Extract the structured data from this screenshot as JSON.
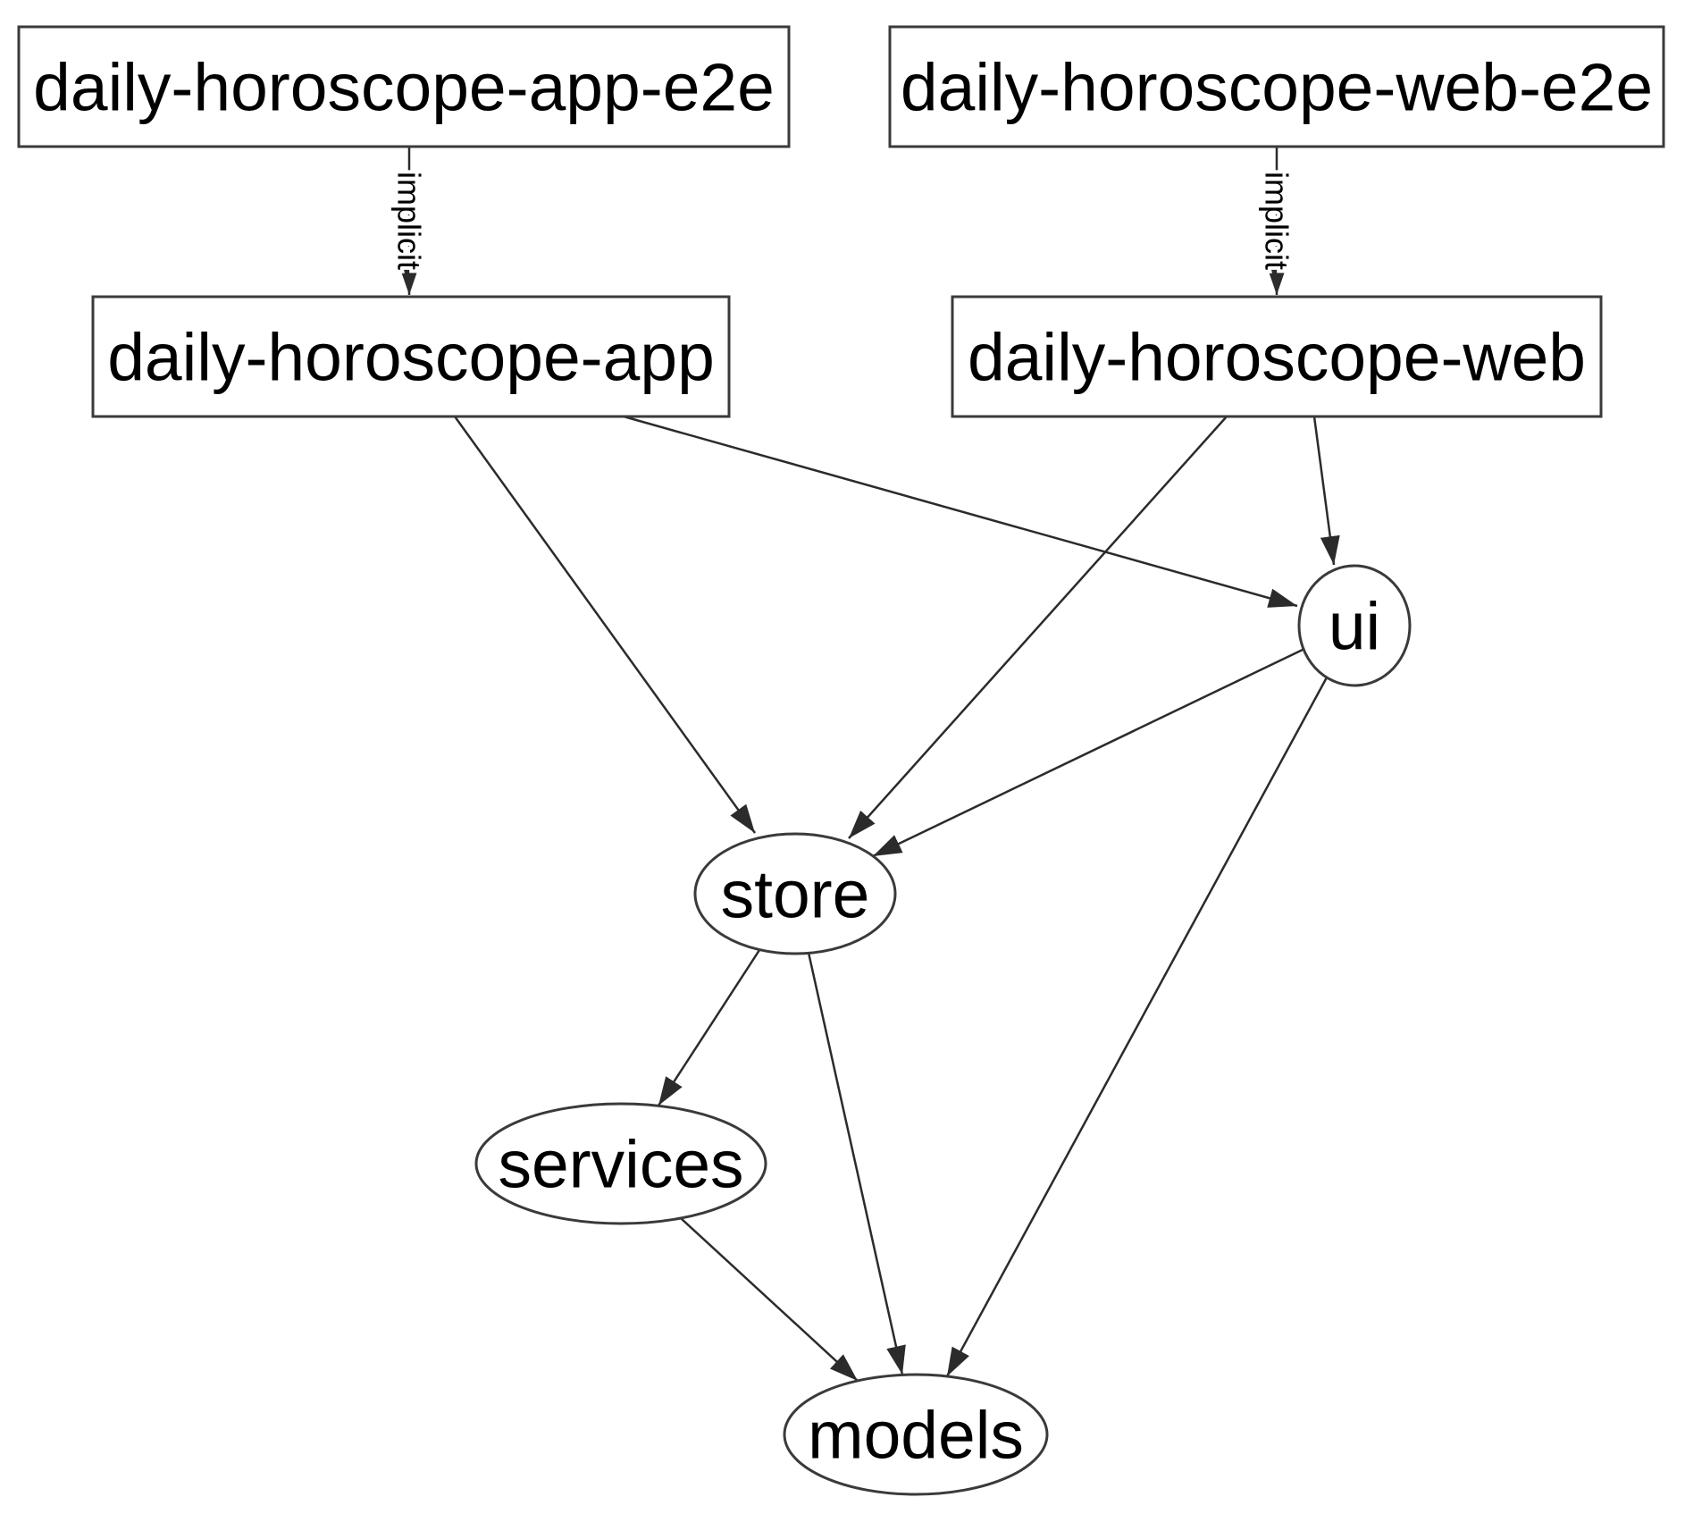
{
  "graph": {
    "background_color": "#ffffff",
    "edge_color": "#2b2b2b",
    "node_border_color": "#3a3a3a",
    "node_fill_color": "#ffffff",
    "text_color": "#000000",
    "nodes": {
      "app_e2e": {
        "label": "daily-horoscope-app-e2e",
        "shape": "rectangle"
      },
      "web_e2e": {
        "label": "daily-horoscope-web-e2e",
        "shape": "rectangle"
      },
      "app": {
        "label": "daily-horoscope-app",
        "shape": "rectangle"
      },
      "web": {
        "label": "daily-horoscope-web",
        "shape": "rectangle"
      },
      "ui": {
        "label": "ui",
        "shape": "ellipse"
      },
      "store": {
        "label": "store",
        "shape": "ellipse"
      },
      "services": {
        "label": "services",
        "shape": "ellipse"
      },
      "models": {
        "label": "models",
        "shape": "ellipse"
      }
    },
    "edges": [
      {
        "from": "daily-horoscope-app-e2e",
        "to": "daily-horoscope-app",
        "label": "implicit",
        "style": "solid"
      },
      {
        "from": "daily-horoscope-web-e2e",
        "to": "daily-horoscope-web",
        "label": "implicit",
        "style": "solid"
      },
      {
        "from": "daily-horoscope-app",
        "to": "store",
        "label": "",
        "style": "solid"
      },
      {
        "from": "daily-horoscope-app",
        "to": "ui",
        "label": "",
        "style": "solid"
      },
      {
        "from": "daily-horoscope-web",
        "to": "store",
        "label": "",
        "style": "solid"
      },
      {
        "from": "daily-horoscope-web",
        "to": "ui",
        "label": "",
        "style": "solid"
      },
      {
        "from": "ui",
        "to": "store",
        "label": "",
        "style": "solid"
      },
      {
        "from": "ui",
        "to": "models",
        "label": "",
        "style": "solid"
      },
      {
        "from": "store",
        "to": "services",
        "label": "",
        "style": "solid"
      },
      {
        "from": "store",
        "to": "models",
        "label": "",
        "style": "solid"
      },
      {
        "from": "services",
        "to": "models",
        "label": "",
        "style": "solid"
      }
    ]
  }
}
